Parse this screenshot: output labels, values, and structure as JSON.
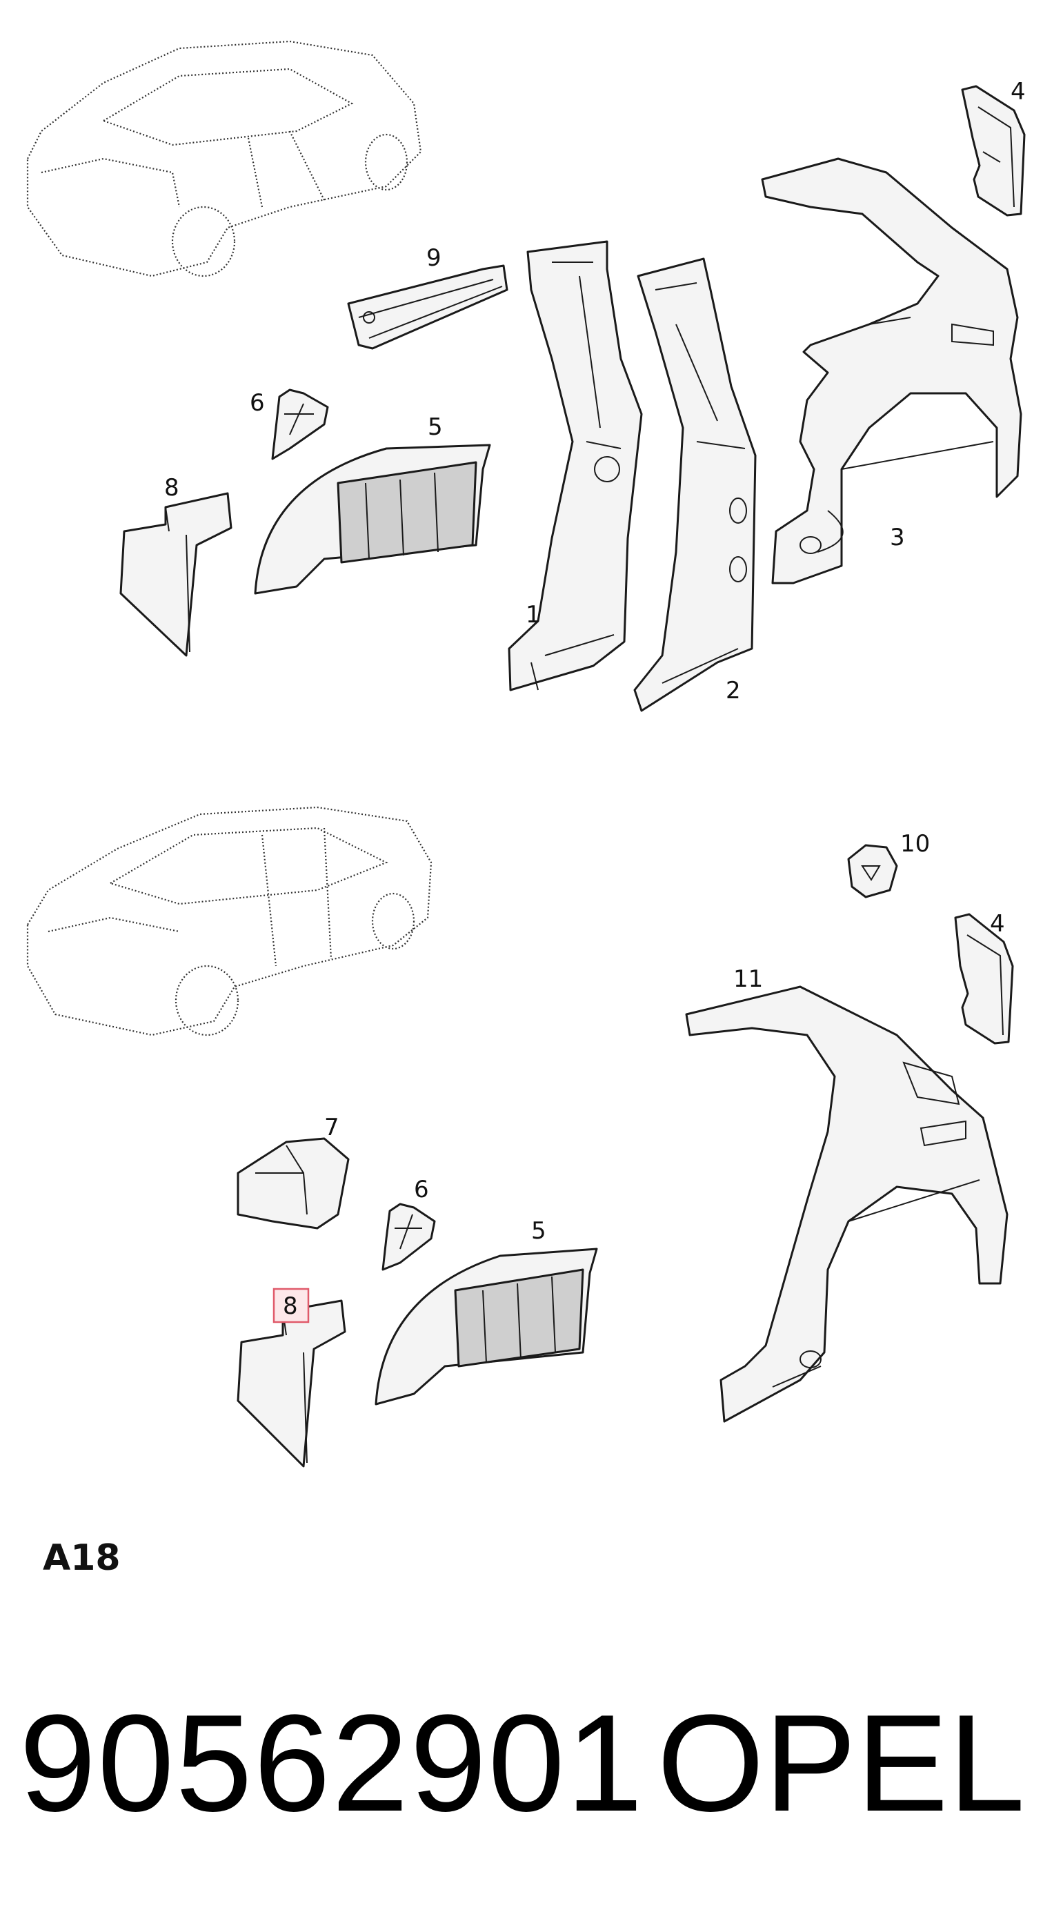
{
  "diagram": {
    "code": "A18",
    "highlight_color": "#e05a6a",
    "top_group": {
      "callouts": [
        "4",
        "9",
        "6",
        "5",
        "8",
        "1",
        "2",
        "3"
      ]
    },
    "bottom_group": {
      "callouts": [
        "10",
        "4",
        "11",
        "7",
        "6",
        "5",
        "8"
      ],
      "highlighted_callout": "8"
    }
  },
  "footer": {
    "part_number": "90562901",
    "brand": "OPEL"
  }
}
